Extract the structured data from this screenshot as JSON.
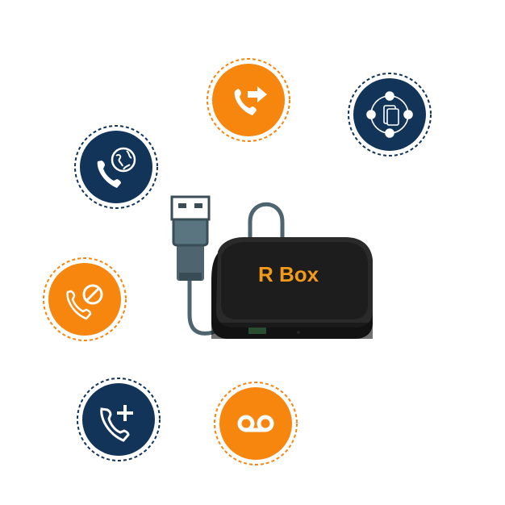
{
  "product": {
    "label": "R Box"
  },
  "colors": {
    "orange": "#F7860F",
    "navy": "#123458",
    "box_body": "#1b1b1b",
    "cable": "#4e6570",
    "label_orange": "#F39A1C"
  },
  "badges": [
    {
      "id": "call-forward",
      "icon": "phone-forward-icon",
      "color": "orange"
    },
    {
      "id": "device-network",
      "icon": "device-network-icon",
      "color": "navy"
    },
    {
      "id": "international-call",
      "icon": "phone-globe-icon",
      "color": "navy"
    },
    {
      "id": "call-block",
      "icon": "phone-block-icon",
      "color": "orange"
    },
    {
      "id": "add-call",
      "icon": "phone-add-icon",
      "color": "navy"
    },
    {
      "id": "voicemail",
      "icon": "voicemail-icon",
      "color": "orange"
    }
  ]
}
